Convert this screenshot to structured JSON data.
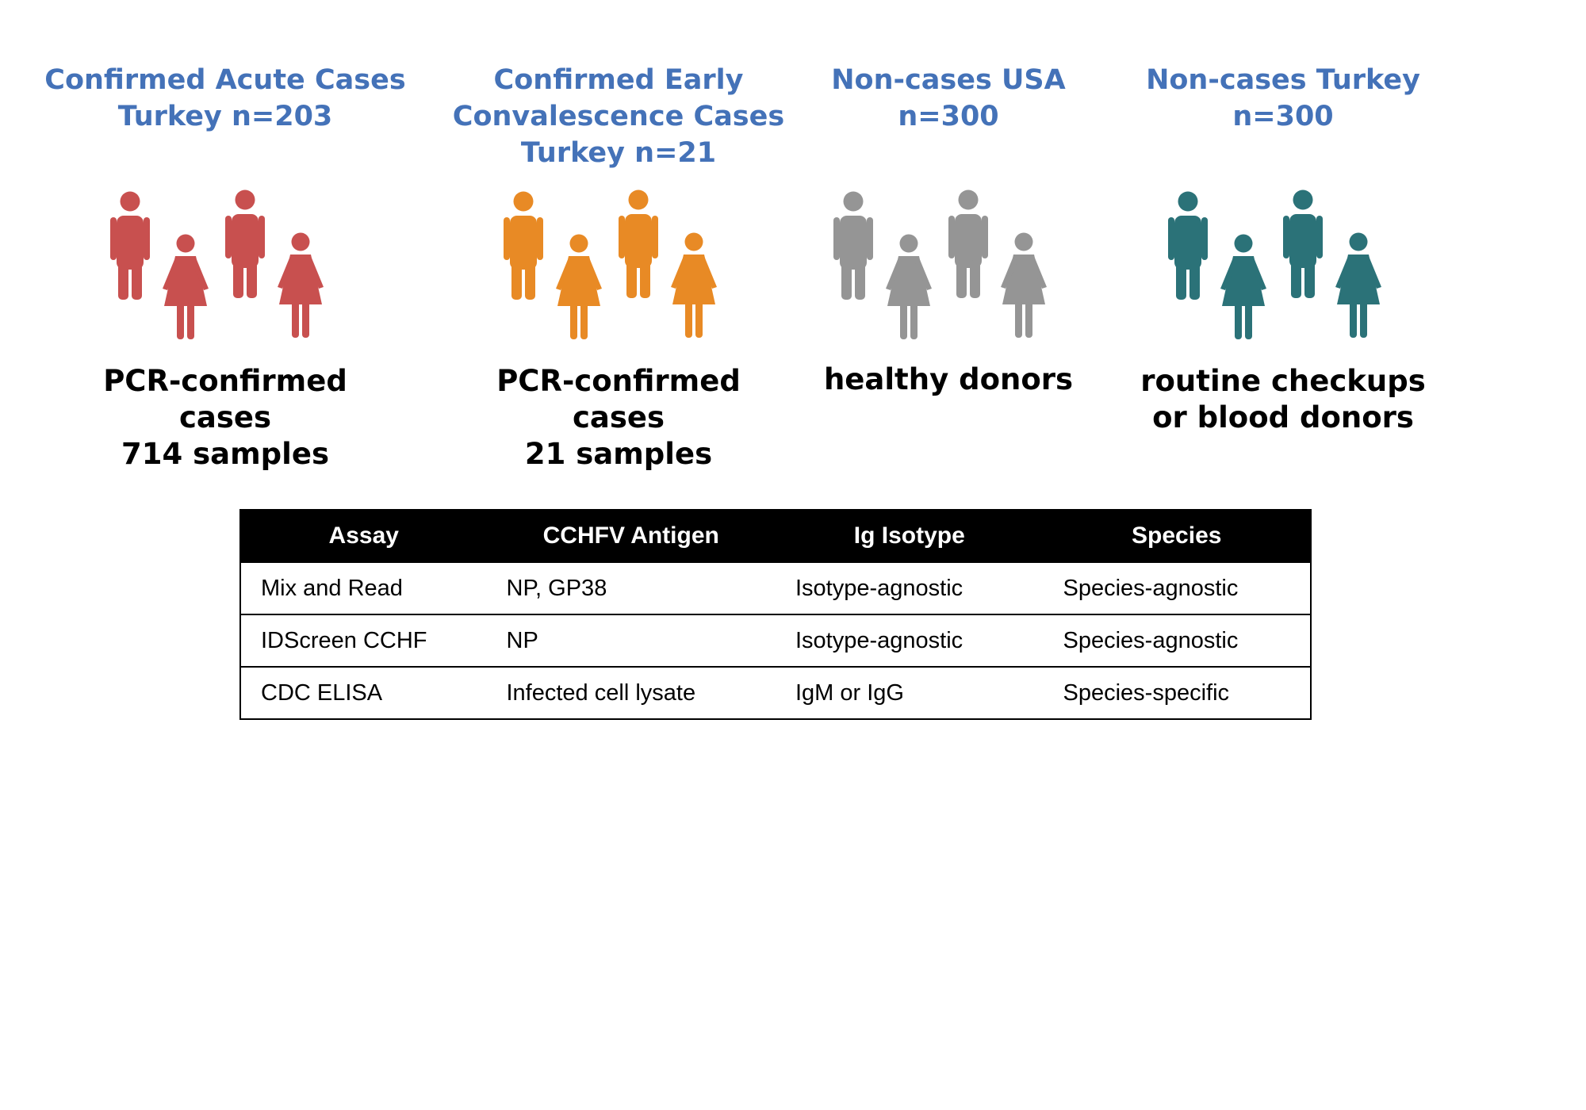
{
  "groups": [
    {
      "title": "Confirmed Acute Cases\nTurkey n=203",
      "description": "PCR-confirmed\ncases\n714 samples",
      "color": "#c8504f",
      "icon": "people-icon"
    },
    {
      "title": "Confirmed Early\nConvalescence Cases\nTurkey n=21",
      "description": "PCR-confirmed\ncases\n21 samples",
      "color": "#e88a25",
      "icon": "people-icon"
    },
    {
      "title": "Non-cases USA\nn=300",
      "description": "healthy donors",
      "color": "#959595",
      "icon": "people-icon"
    },
    {
      "title": "Non-cases Turkey\nn=300",
      "description": "routine checkups\nor blood donors",
      "color": "#2b7278",
      "icon": "people-icon"
    }
  ],
  "table": {
    "headers": [
      "Assay",
      "CCHFV Antigen",
      "Ig Isotype",
      "Species"
    ],
    "rows": [
      [
        "Mix and Read",
        "NP, GP38",
        "Isotype-agnostic",
        "Species-agnostic"
      ],
      [
        "IDScreen CCHF",
        "NP",
        "Isotype-agnostic",
        "Species-agnostic"
      ],
      [
        "CDC ELISA",
        "Infected cell lysate",
        "IgM or IgG",
        "Species-specific"
      ]
    ]
  }
}
